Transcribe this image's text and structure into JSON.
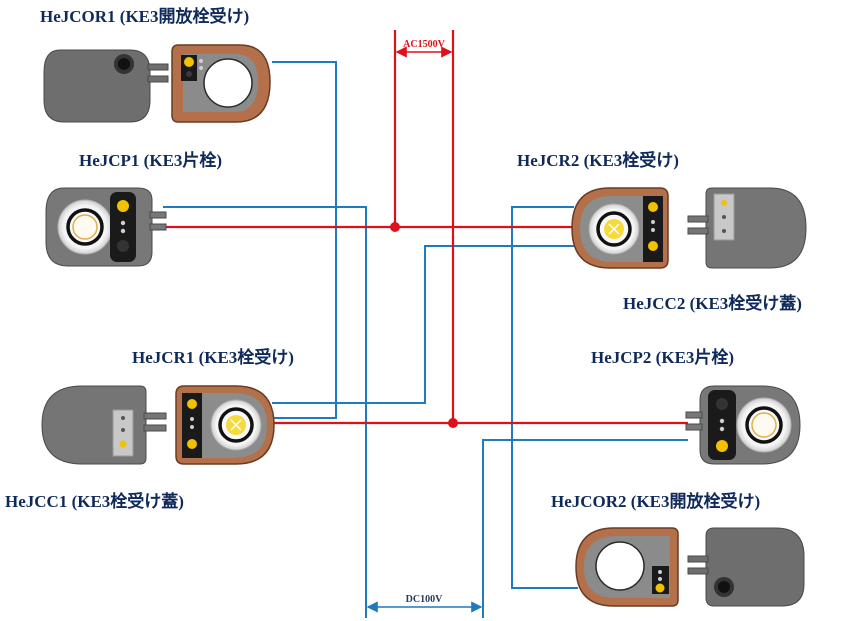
{
  "labels": {
    "hejcor1": "HeJCOR1 (KE3開放栓受け)",
    "hejcp1": "HeJCP1 (KE3片栓)",
    "hejcr2": "HeJCR2 (KE3栓受け)",
    "hejcc2": "HeJCC2 (KE3栓受け蓋)",
    "hejcr1": "HeJCR1 (KE3栓受け)",
    "hejcp2": "HeJCP2 (KE3片栓)",
    "hejcc1": "HeJCC1 (KE3栓受け蓋)",
    "hejcor2": "HeJCOR2 (KE3開放栓受け)"
  },
  "voltages": {
    "ac": "AC1500V",
    "dc": "DC100V"
  },
  "colors": {
    "ac_line": "#e0101a",
    "dc_line": "#1f7ac0",
    "label_text": "#0f2a5a",
    "connector_body": "#6b6b6b",
    "copper_ring": "#b4704a",
    "gold_pin": "#f2c200"
  }
}
